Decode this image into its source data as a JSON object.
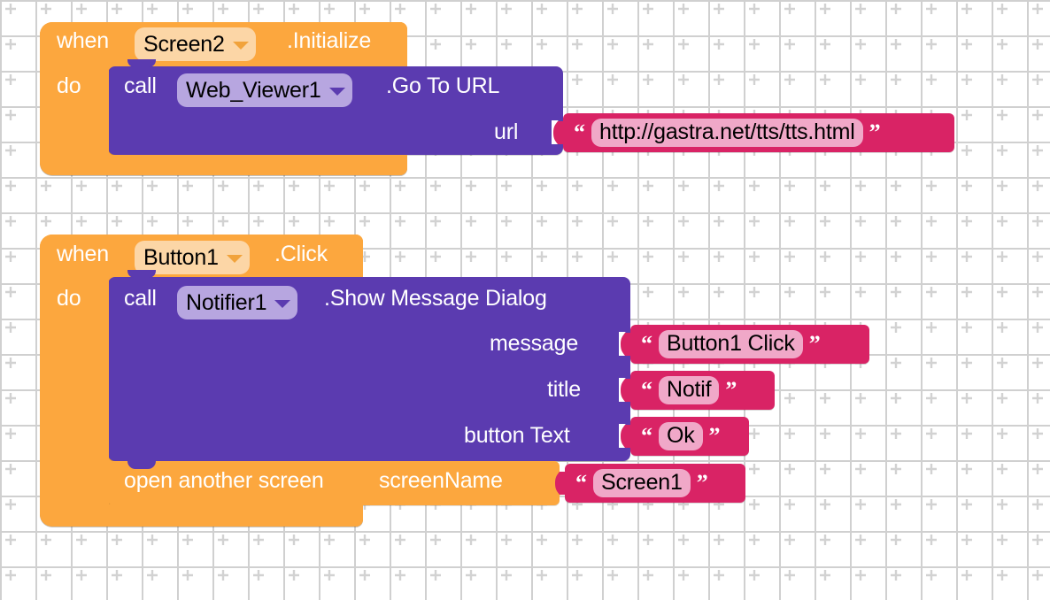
{
  "app": {
    "name": "MIT App Inventor Blocks Editor",
    "canvas_background": "#ffffff",
    "grid_color": "#d0d0d0"
  },
  "colors": {
    "event_block": "#FCA73E",
    "event_field": "#FCD6A6",
    "call_block": "#5B3BB0",
    "call_field": "#B7A6E0",
    "text_block": "#D92365",
    "text_field": "#F0A8C8",
    "white_text": "#FFFFFF",
    "dark_text": "#000000"
  },
  "blocks": [
    {
      "id": "event-screen2-initialize",
      "type": "event",
      "when_label": "when",
      "component": "Screen2",
      "event": ".Initialize",
      "do_label": "do",
      "body": [
        {
          "id": "call-webviewer1-gotourl",
          "type": "call",
          "call_label": "call",
          "component": "Web_Viewer1",
          "method": ".Go To URL",
          "params": [
            {
              "name": "url",
              "value_type": "text",
              "value": "http://gastra.net/tts/tts.html",
              "open_quote": "“",
              "close_quote": "”"
            }
          ]
        }
      ]
    },
    {
      "id": "event-button1-click",
      "type": "event",
      "when_label": "when",
      "component": "Button1",
      "event": ".Click",
      "do_label": "do",
      "body": [
        {
          "id": "call-notifier1-showmessagedialog",
          "type": "call",
          "call_label": "call",
          "component": "Notifier1",
          "method": ".Show Message Dialog",
          "params": [
            {
              "name": "message",
              "value_type": "text",
              "value": "Button1 Click",
              "open_quote": "“",
              "close_quote": "”"
            },
            {
              "name": "title",
              "value_type": "text",
              "value": "Notif",
              "open_quote": "“",
              "close_quote": "”"
            },
            {
              "name": "button Text",
              "value_type": "text",
              "value": "Ok",
              "open_quote": "“",
              "close_quote": "”"
            }
          ]
        },
        {
          "id": "open-another-screen",
          "type": "control",
          "statement_label": "open another screen",
          "params": [
            {
              "name": "screenName",
              "value_type": "text",
              "value": "Screen1",
              "open_quote": "“",
              "close_quote": "”"
            }
          ]
        }
      ]
    }
  ]
}
